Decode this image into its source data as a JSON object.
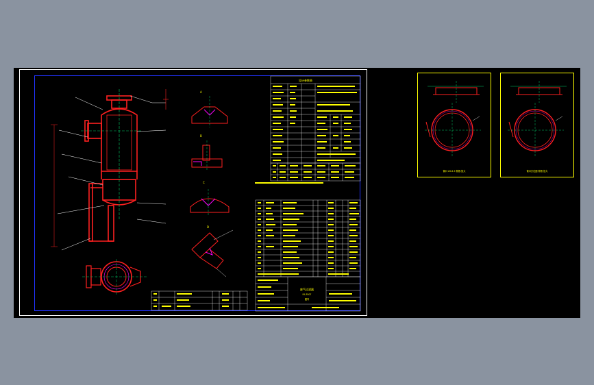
{
  "drawing": {
    "title_block": {
      "name": "废气过滤器",
      "sub1": "FA-3507",
      "sub2": "图号"
    },
    "design_table_title": "设计参数表",
    "detail_captions": {
      "left": "管口 A5-6-5  俯视-放大",
      "right": "管口方位图  俯视-放大"
    },
    "colors": {
      "background": "#000000",
      "frame": "#ffffff",
      "border": "#2233ff",
      "vessel": "#ff2020",
      "text": "#ffff00",
      "centerline": "#00cc66",
      "hatch": "#ff00ff"
    }
  }
}
